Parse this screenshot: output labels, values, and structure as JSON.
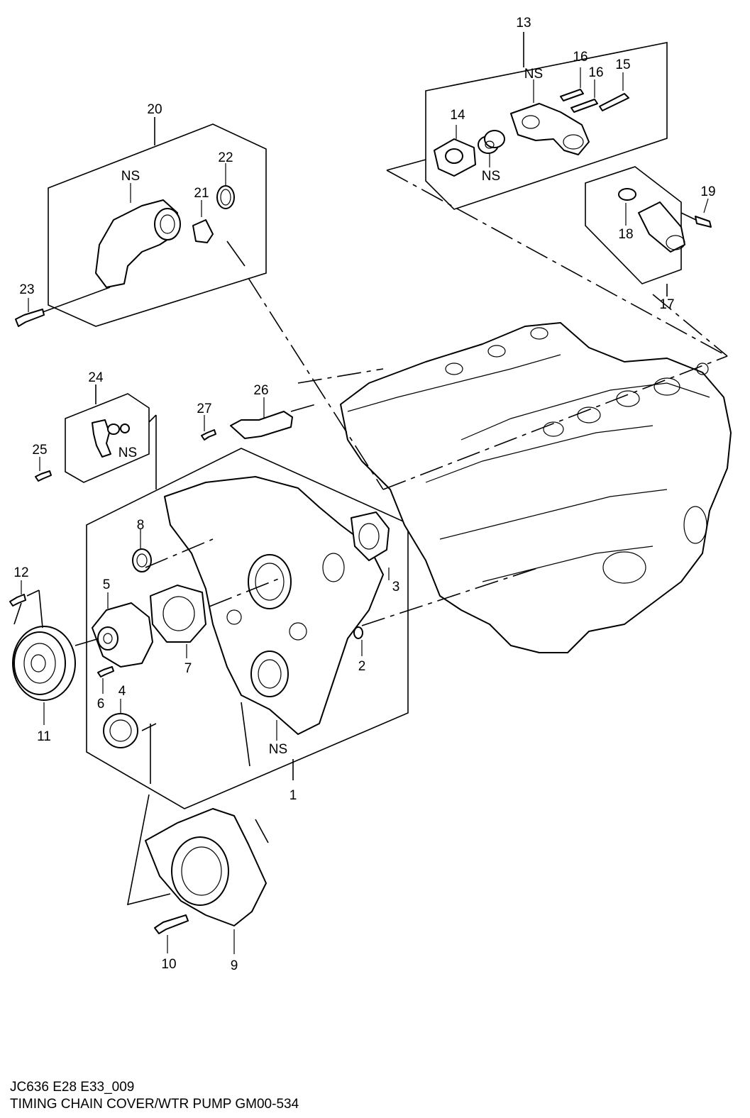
{
  "caption": {
    "code": "JC636 E28 E33_009",
    "title": "TIMING CHAIN COVER/WTR PUMP GM00-534"
  },
  "callouts": {
    "c1": "1",
    "c2": "2",
    "c3": "3",
    "c4": "4",
    "c5": "5",
    "c6": "6",
    "c7": "7",
    "c8": "8",
    "c9": "9",
    "c10": "10",
    "c11": "11",
    "c12": "12",
    "c13": "13",
    "c14": "14",
    "c15": "15",
    "c16a": "16",
    "c16b": "16",
    "c17": "17",
    "c18": "18",
    "c19": "19",
    "c20": "20",
    "c21": "21",
    "c22": "22",
    "c23": "23",
    "c24": "24",
    "c25": "25",
    "c26": "26",
    "c27": "27",
    "ns_13_top": "NS",
    "ns_13_bottom": "NS",
    "ns_20": "NS",
    "ns_24": "NS",
    "ns_1": "NS"
  }
}
